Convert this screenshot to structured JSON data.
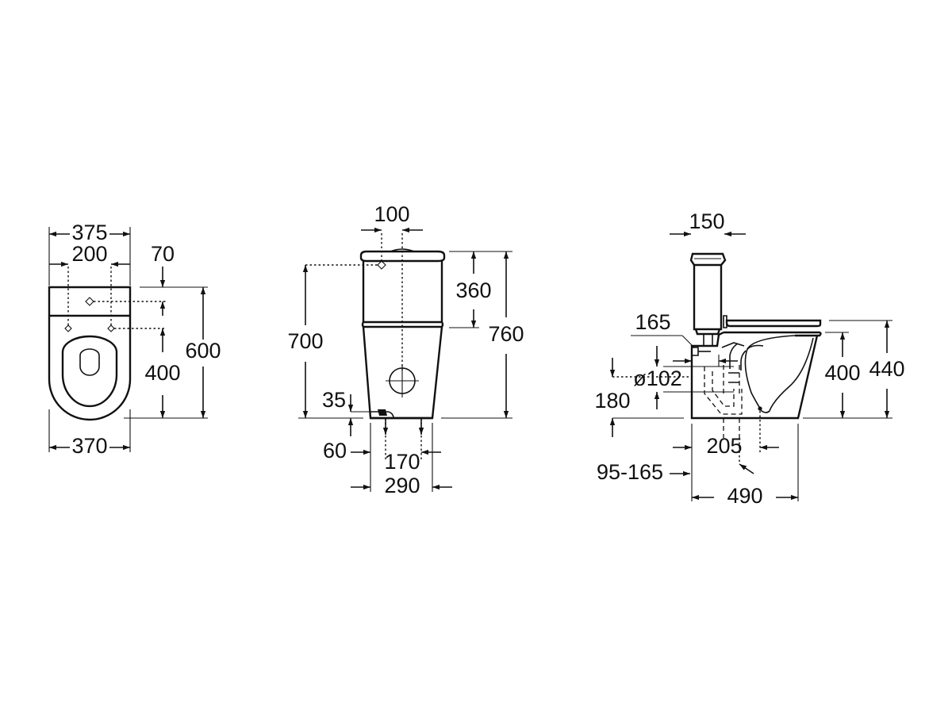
{
  "top_view": {
    "dim_overall_width": "375",
    "dim_fixing_spacing": "200",
    "dim_rear_offset": "70",
    "dim_fixing_depth": "400",
    "dim_overall_depth": "600",
    "dim_base_width": "370"
  },
  "front_view": {
    "dim_outlet_offset": "100",
    "dim_inlet_height": "700",
    "dim_cistern_height": "360",
    "dim_overall_height": "760",
    "dim_water_inlet_height": "35",
    "dim_water_inlet_side": "60",
    "dim_fixing_spacing": "170",
    "dim_base_width": "290"
  },
  "side_view": {
    "dim_cistern_depth": "150",
    "dim_inlet_depth": "165",
    "dim_outlet_diameter": "ø102",
    "dim_outlet_height": "180",
    "dim_rim_height": "400",
    "dim_seat_height": "440",
    "dim_outlet_setout": "205",
    "dim_setout_range": "95-165",
    "dim_overall_depth": "490"
  }
}
